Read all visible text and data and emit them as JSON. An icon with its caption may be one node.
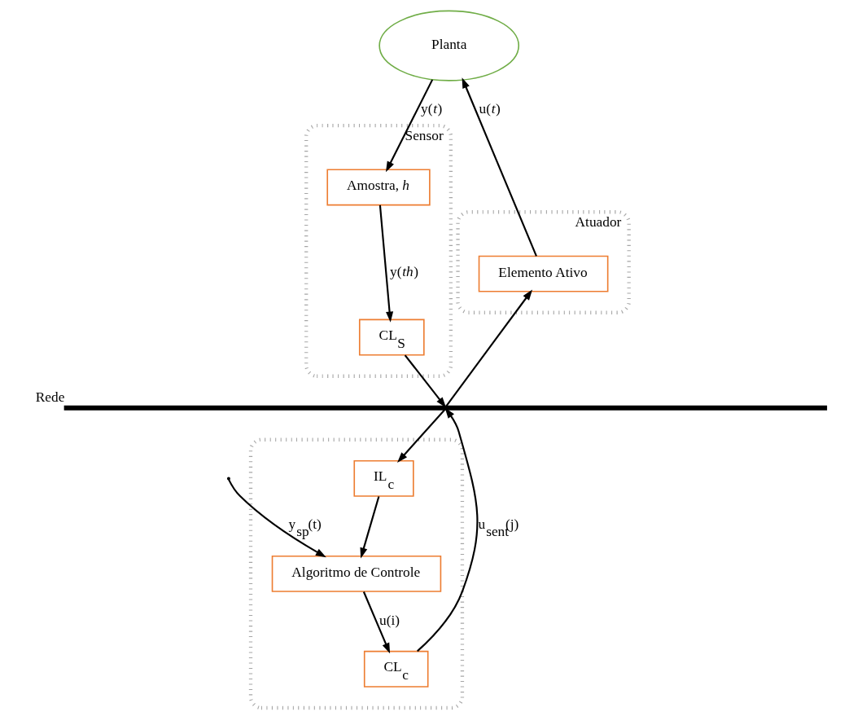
{
  "diagram": {
    "nodes": [
      {
        "text": [
          "Sensor"
        ]
      },
      {
        "text": [
          "Amostra, *h*"
        ],
        "in": 0
      },
      {
        "text": [
          "CL$_{S}$"
        ],
        "in": 0
      },
      {
        "text": [
          "Planta"
        ]
      },
      {
        "text": [
          "Atuador"
        ]
      },
      {
        "text": [
          "Elemento Ativo"
        ],
        "in": 4
      },
      {
        "text": [
          "Rede"
        ]
      },
      {
        "text": [],
        "shape": "box"
      },
      {
        "text": [
          "IL$_{c}$"
        ],
        "in": 7
      },
      {
        "text": [
          "Algoritmo de Controle"
        ],
        "in": 7
      },
      {
        "text": [
          "CL$_{c}$"
        ],
        "in": 7
      }
    ],
    "edges": [
      {
        "from": 3,
        "to": 1,
        "arrow": "to",
        "label": "y(*t*)"
      },
      {
        "from": 1,
        "to": 2,
        "arrow": "to",
        "label": "y(*th*)"
      },
      {
        "from": 2,
        "to": 6,
        "arrow": "to"
      },
      {
        "from": 6,
        "to": 5,
        "arrow": "to"
      },
      {
        "from": 5,
        "to": 3,
        "arrow": "to",
        "label": "u(*t*)"
      },
      {
        "from": 6,
        "to": 8,
        "arrow": "to"
      },
      {
        "from": 8,
        "to": 9,
        "arrow": "to"
      },
      {
        "from": null,
        "to": 9,
        "arrow": "to",
        "label": "y$_{sp}$(t)"
      },
      {
        "from": 9,
        "to": 10,
        "arrow": "to",
        "label": "u(i)"
      },
      {
        "from": 10,
        "to": 6,
        "arrow": "to",
        "label": "u$_{sent}$(j)"
      }
    ]
  }
}
